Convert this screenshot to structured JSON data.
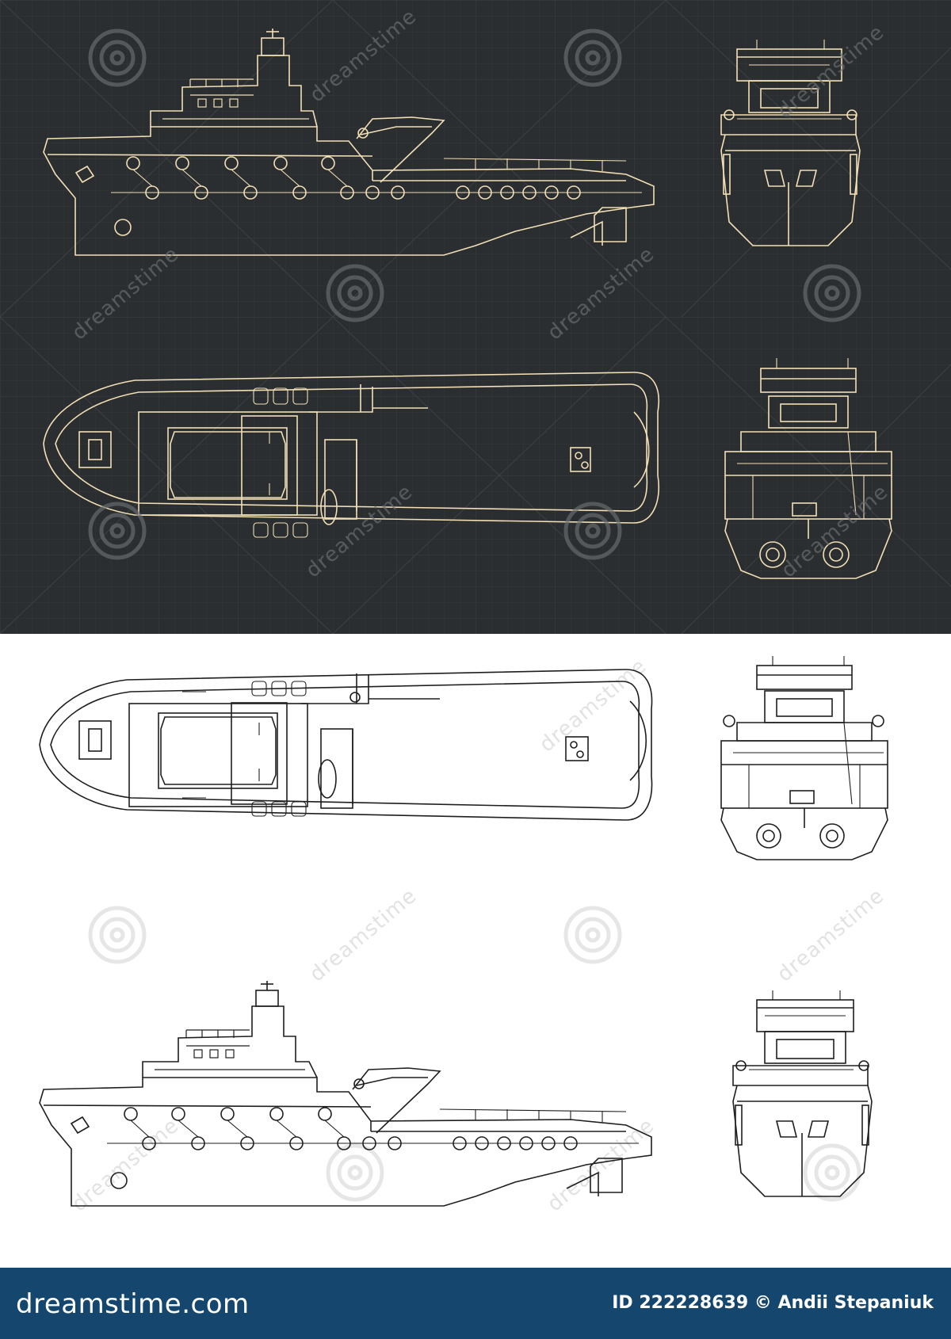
{
  "colors": {
    "dark_bg": "#2b2e30",
    "grid_line": "#3a3e41",
    "blueprint_line": "#f2dfb6",
    "light_bg": "#ffffff",
    "light_line": "#1e1e1e",
    "footer_bg": "#14466e",
    "watermark_dark": "#6b6f72",
    "watermark_light": "#e6e6e6"
  },
  "watermark": {
    "text": "dreamstime"
  },
  "views": {
    "dark_side": "side-elevation",
    "dark_top": "top-plan",
    "dark_bow": "bow-view",
    "dark_stern": "stern-view",
    "light_top": "top-plan",
    "light_stern": "stern-view",
    "light_side": "side-elevation",
    "light_bow": "bow-view"
  },
  "footer": {
    "logo": "dreamstime.com",
    "credit": "ID 222228639 © Andii Stepaniuk"
  }
}
